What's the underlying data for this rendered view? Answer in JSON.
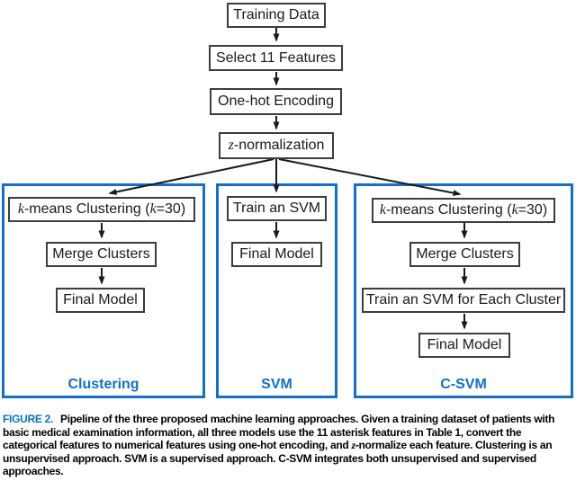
{
  "colors": {
    "container_border_blue": "#1470C4",
    "branch_label_blue": "#1470C4",
    "caption_tag_blue": "#0076BD",
    "node_border_gray": "#3D3D3D",
    "arrow_black": "#1A1A1A"
  },
  "diagram": {
    "nodes": {
      "training_data": "Training Data",
      "select_features": "Select 11 Features",
      "one_hot": "One-hot Encoding",
      "znorm_z": "z",
      "znorm_rest": "-normalization"
    },
    "clustering": {
      "kmeans_k1": "k",
      "kmeans_mid": "-means Clustering (",
      "kmeans_k2": "k",
      "kmeans_end": "=30)",
      "merge": "Merge Clusters",
      "final": "Final Model",
      "label": "Clustering"
    },
    "svm": {
      "train": "Train an SVM",
      "final": "Final Model",
      "label": "SVM"
    },
    "csvm": {
      "kmeans_k1": "k",
      "kmeans_mid": "-means Clustering (",
      "kmeans_k2": "k",
      "kmeans_end": "=30)",
      "merge": "Merge Clusters",
      "train_each": "Train an SVM for Each Cluster",
      "final": "Final Model",
      "label": "C-SVM"
    }
  },
  "caption": {
    "tag": "FIGURE 2.",
    "body_pre": "Pipeline of the three proposed machine learning approaches. Given a training dataset of patients with basic medical examination information, all three models use the 11 asterisk features in Table 1, convert the categorical features to numerical features using one-hot encoding, and ",
    "body_italic_z": "z",
    "body_post": "-normalize each feature. Clustering is an unsupervised approach. SVM is a supervised approach. C-SVM integrates both unsupervised and supervised approaches."
  }
}
